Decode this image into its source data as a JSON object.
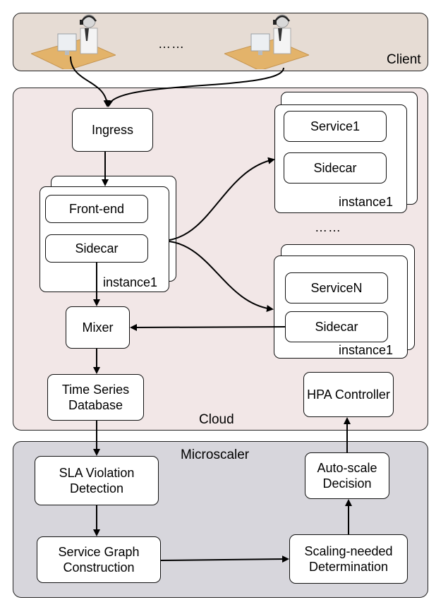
{
  "labels": {
    "client": "Client",
    "cloud": "Cloud",
    "microscaler": "Microscaler",
    "dots_clients": "……",
    "dots_services": "……"
  },
  "nodes": {
    "ingress": "Ingress",
    "frontend": "Front-end",
    "sidecar_fe": "Sidecar",
    "instance_fe": "instance1",
    "service1": "Service1",
    "sidecar_s1": "Sidecar",
    "instance_s1": "instance1",
    "serviceN": "ServiceN",
    "sidecar_sn": "Sidecar",
    "instance_sn": "instance1",
    "mixer": "Mixer",
    "tsdb": "Time Series Database",
    "hpa": "HPA Controller",
    "sla": "SLA Violation Detection",
    "sgc": "Service Graph Construction",
    "snd": "Scaling-needed Determination",
    "asd": "Auto-scale Decision"
  },
  "colors": {
    "client_bg": "#e6dcd4",
    "cloud_bg": "#f2e7e7",
    "microscaler_bg": "#d7d6dc",
    "desk": "#e3b36a"
  },
  "icons": [
    "person-at-desk-icon",
    "person-at-desk-icon"
  ]
}
